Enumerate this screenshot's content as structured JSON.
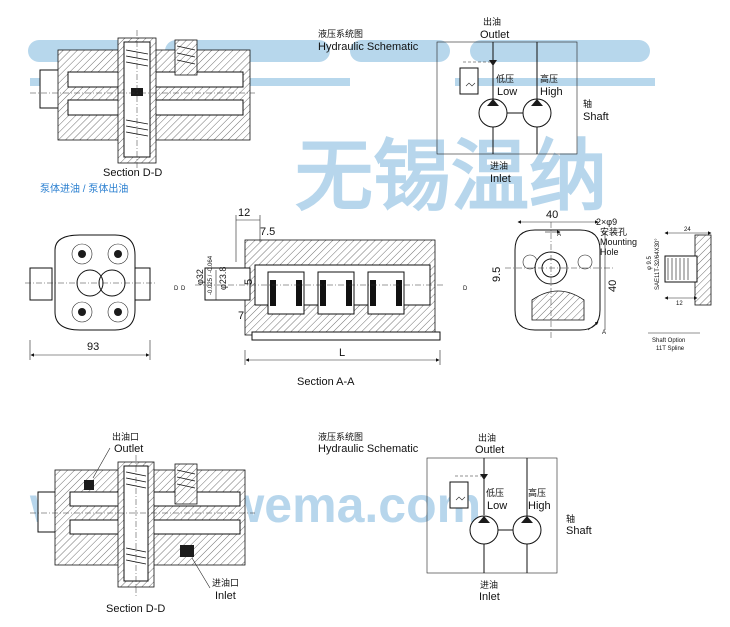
{
  "watermark": {
    "brand": "wema",
    "chinese": "无锡温纳",
    "url": "www.wxwema.com",
    "color": "#9fc9e6"
  },
  "top_left": {
    "section_label": "Section D-D",
    "caption_cn": "泵体进油 / 泵体出油",
    "caption_color": "#2a7fd0"
  },
  "schematic_top": {
    "title_cn": "液压系统图",
    "title_en": "Hydraulic Schematic",
    "outlet_cn": "出油",
    "outlet_en": "Outlet",
    "low_cn": "低压",
    "low_en": "Low",
    "high_cn": "高压",
    "high_en": "High",
    "shaft_cn": "轴",
    "shaft_en": "Shaft",
    "inlet_cn": "进油",
    "inlet_en": "Inlet"
  },
  "front_view": {
    "dim_width": "93",
    "cut_d": "D"
  },
  "section_aa": {
    "label": "Section A-A",
    "dim_12": "12",
    "dim_7_5": "7.5",
    "dim_phi32": "φ32",
    "dim_phi32_tol": "-0.025 / -0.064",
    "dim_phi23_8": "φ23.8",
    "dim_5": "5",
    "dim_7": "7",
    "dim_L": "L",
    "cut_d_left": "D",
    "cut_d_right": "D"
  },
  "end_view": {
    "dim_40_top": "40",
    "hole_spec": "2×φ9",
    "hole_cn": "安装孔",
    "hole_en_1": "Mounting",
    "hole_en_2": "Hole",
    "dim_9_5": "9.5",
    "dim_40_side": "40",
    "cut_a_top": "A",
    "cut_a_bottom": "A"
  },
  "shaft_option": {
    "dim_24": "24",
    "dim_12": "12",
    "dim_phi": "φ 9.5",
    "spline_note": "SAE11T-32/64X30°",
    "title": "Shaft Option",
    "subtitle": "11T Spline"
  },
  "bottom_left": {
    "outlet_cn": "出油口",
    "outlet_en": "Outlet",
    "inlet_cn": "进油口",
    "inlet_en": "Inlet",
    "section_label": "Section D-D"
  },
  "schematic_bottom": {
    "title_cn": "液压系统图",
    "title_en": "Hydraulic Schematic",
    "outlet_cn": "出油",
    "outlet_en": "Outlet",
    "low_cn": "低压",
    "low_en": "Low",
    "high_cn": "高压",
    "high_en": "High",
    "shaft_cn": "轴",
    "shaft_en": "Shaft",
    "inlet_cn": "进油",
    "inlet_en": "Inlet"
  }
}
